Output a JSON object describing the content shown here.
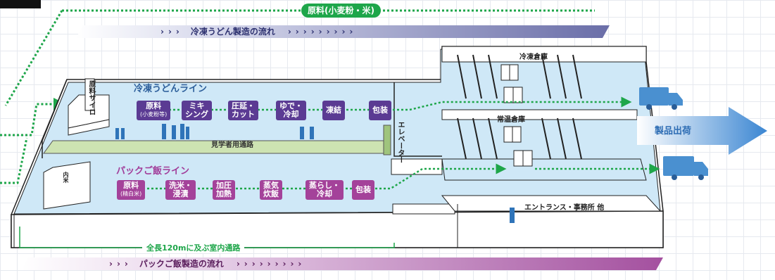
{
  "raw_material": "原料(小麦粉・米)",
  "udon_flow": {
    "arrows": "›››",
    "label": "冷凍うどん製造の流れ",
    "trail": "›››››››››"
  },
  "rice_flow": {
    "arrows": "›››",
    "label": "パックご飯製造の流れ",
    "trail": "›››››››››"
  },
  "udon_line": {
    "title": "冷凍うどんライン",
    "steps": [
      {
        "label": "原料",
        "sub": "(小麦粉等)"
      },
      {
        "label": "ミキ",
        "sub": "シング"
      },
      {
        "label": "圧延・",
        "sub": "カット"
      },
      {
        "label": "ゆで・",
        "sub": "冷却"
      },
      {
        "label": "凍結",
        "sub": ""
      },
      {
        "label": "包装",
        "sub": ""
      }
    ]
  },
  "rice_line": {
    "title": "パックご飯ライン",
    "steps": [
      {
        "label": "原料",
        "sub": "(精白米)"
      },
      {
        "label": "洗米・",
        "sub": "浸漬"
      },
      {
        "label": "加圧",
        "sub": "加熱"
      },
      {
        "label": "蒸気",
        "sub": "炊飯"
      },
      {
        "label": "蒸らし・",
        "sub": "冷却"
      },
      {
        "label": "包装",
        "sub": ""
      }
    ]
  },
  "silo_label": "原料サイロ",
  "box_label": "内米",
  "visitor_corridor": "見学者用通路",
  "elevator_label": "エレベーター",
  "frozen_warehouse": "冷凍倉庫",
  "ambient_warehouse": "常温倉庫",
  "entrance_label": "エントランス・事務所 他",
  "shipping_label": "製品出荷",
  "length_label": "全長120mに及ぶ室内通路",
  "colors": {
    "green": "#1ea64a",
    "udon_purple": "#5b3b93",
    "rice_magenta": "#a4429a",
    "floor_blue": "#cfe8f7",
    "truck_blue": "#4a90d0"
  }
}
